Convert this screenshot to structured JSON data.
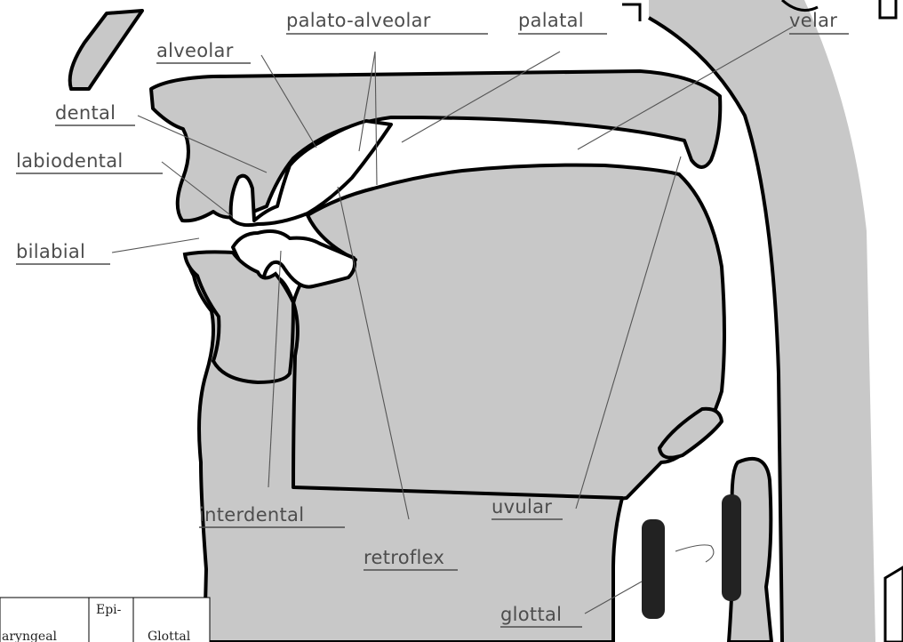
{
  "labels": {
    "palato_alveolar": "palato-alveolar",
    "palatal": "palatal",
    "velar": "velar",
    "alveolar": "alveolar",
    "dental": "dental",
    "labiodental": "labiodental",
    "bilabial": "bilabial",
    "interdental": "interdental",
    "uvular": "uvular",
    "retroflex": "retroflex",
    "glottal": "glottal"
  },
  "table_fragment": {
    "col_pharyngeal": "aryngeal",
    "col_epi": "Epi-",
    "col_glottal": "Glottal"
  }
}
